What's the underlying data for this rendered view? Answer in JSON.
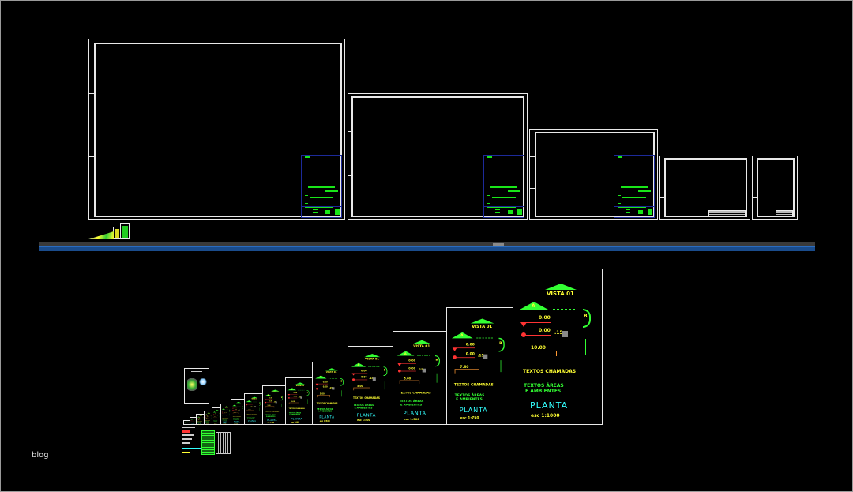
{
  "canvas": {
    "background": "#000000",
    "label": "blog"
  },
  "colors": {
    "sheet": "#e8e8e8",
    "titleblock": "#1c2a9a",
    "green": "#33ff33",
    "yellow": "#ffff33",
    "red": "#ff3333",
    "orange": "#ff9933",
    "cyan": "#33ffff",
    "divider": "#1a4c8c"
  },
  "symbols": {
    "view_title": "VISTA 01",
    "section_a": "A",
    "section_b": "B",
    "level_1": "0.00",
    "level_2": "0.00",
    "step": ".15",
    "callouts": "TEXTOS CHAMADAS",
    "areas_1": "TEXTOS ÁREAS",
    "areas_2": "E AMBIENTES",
    "plan": "PLANTA"
  },
  "bottom_sheets": [
    {
      "dim": "10.00",
      "scale": "esc 1:1000"
    },
    {
      "dim": "7.60",
      "scale": "esc 1:750"
    },
    {
      "dim": "5.00",
      "scale": "esc 1:500"
    },
    {
      "dim": "5.00",
      "scale": "esc 1:500"
    },
    {
      "dim": "5.00",
      "scale": "esc 1:500"
    },
    {
      "dim": "5.00",
      "scale": "esc 1:500"
    },
    {
      "dim": "5.00",
      "scale": "esc 1:500"
    },
    {
      "dim": "5.00",
      "scale": "esc 1:500"
    },
    {
      "dim": "5.00",
      "scale": "esc 1:500"
    },
    {
      "dim": "5.00",
      "scale": "esc 1:500"
    }
  ]
}
